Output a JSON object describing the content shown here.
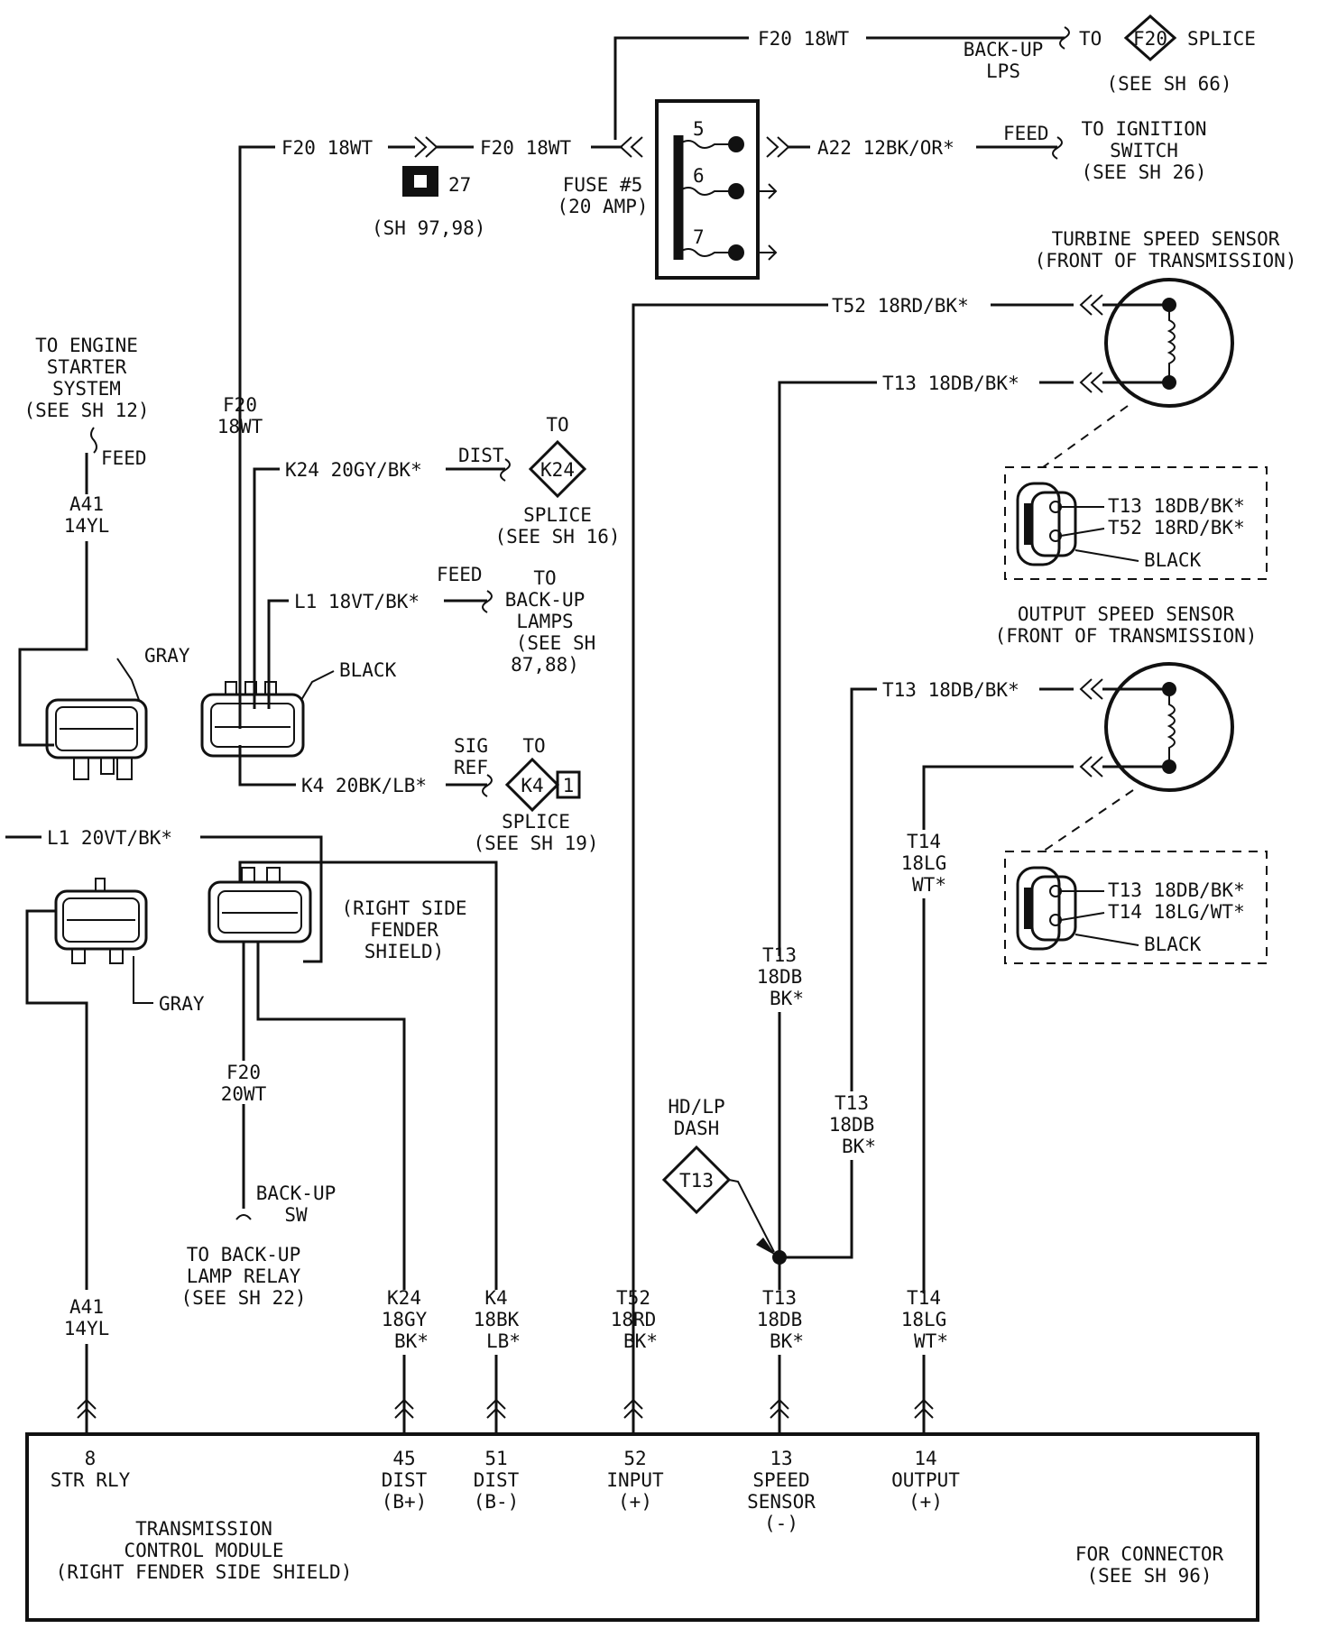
{
  "top": {
    "f20_top": "F20 18WT",
    "backup_lps": [
      "BACK-UP",
      "LPS"
    ],
    "to": "TO",
    "f20_splice": "F20",
    "splice": "SPLICE",
    "see_sh66": "(SEE SH 66)",
    "f20_left_a": "F20 18WT",
    "f20_left_b": "F20 18WT",
    "conn27": "27",
    "sh9798": "(SH 97,98)",
    "a22": "A22 12BK/OR*",
    "feed": "FEED",
    "to_ign": [
      "TO IGNITION",
      "SWITCH",
      "(SEE SH 26)"
    ],
    "fuse": [
      "FUSE #5",
      "(20 AMP)"
    ],
    "fuse_pins": [
      "5",
      "6",
      "7"
    ]
  },
  "turbine": {
    "title": [
      "TURBINE SPEED SENSOR",
      "(FRONT OF TRANSMISSION)"
    ],
    "t52": "T52 18RD/BK*",
    "t13": "T13 18DB/BK*",
    "conn_t13": "T13 18DB/BK*",
    "conn_t52": "T52 18RD/BK*",
    "black": "BLACK"
  },
  "output": {
    "title": [
      "OUTPUT SPEED SENSOR",
      "(FRONT OF TRANSMISSION)"
    ],
    "t13": "T13 18DB/BK*",
    "t14": [
      "T14",
      "18LG",
      "WT*"
    ],
    "conn_t13": "T13 18DB/BK*",
    "conn_t14": "T14 18LG/WT*",
    "black": "BLACK"
  },
  "left": {
    "engine": [
      "TO ENGINE",
      "STARTER",
      "SYSTEM",
      "(SEE SH 12)"
    ],
    "feed": "FEED",
    "a41_top": [
      "A41",
      "14YL"
    ],
    "f20_vert": [
      "F20",
      "18WT"
    ],
    "k24": "K24 20GY/BK*",
    "dist": "DIST",
    "to_k24": "TO",
    "k24_diamond": "K24",
    "k24_splice": [
      "SPLICE",
      "(SEE SH 16)"
    ],
    "l1": "L1 18VT/BK*",
    "l1_feed": "FEED",
    "to_backup": [
      "TO",
      "BACK-UP",
      "LAMPS",
      "(SEE SH",
      "87,88)"
    ],
    "gray1": "GRAY",
    "black1": "BLACK",
    "k4": "K4 20BK/LB*",
    "sig_ref": [
      "SIG",
      "REF"
    ],
    "to_k4": "TO",
    "k4_diamond": "K4",
    "k4_box": "1",
    "k4_splice": [
      "SPLICE",
      "(SEE SH 19)"
    ],
    "l1_20": "L1 20VT/BK*",
    "right_side": [
      "(RIGHT SIDE",
      "FENDER",
      "SHIELD)"
    ],
    "gray2": "GRAY",
    "f20_20": [
      "F20",
      "20WT"
    ],
    "backup_sw": [
      "BACK-UP",
      "SW"
    ],
    "to_lamp_relay": [
      "TO BACK-UP",
      "LAMP RELAY",
      "(SEE SH 22)"
    ]
  },
  "middle": {
    "t13_mid": [
      "T13",
      "18DB",
      "BK*"
    ],
    "t13_mid2": [
      "T13",
      "18DB",
      "BK*"
    ],
    "hdlp": [
      "HD/LP",
      "DASH"
    ],
    "t13_diamond": "T13"
  },
  "bottom_wires": [
    {
      "lines": [
        "A41",
        "14YL"
      ]
    },
    {
      "lines": [
        "K24",
        "18GY",
        "BK*"
      ]
    },
    {
      "lines": [
        "K4",
        "18BK",
        "LB*"
      ]
    },
    {
      "lines": [
        "T52",
        "18RD",
        "BK*"
      ]
    },
    {
      "lines": [
        "T13",
        "18DB",
        "BK*"
      ]
    },
    {
      "lines": [
        "T14",
        "18LG",
        "WT*"
      ]
    }
  ],
  "tcm": {
    "pins": [
      {
        "lines": [
          "8",
          "STR RLY"
        ]
      },
      {
        "lines": [
          "45",
          "DIST",
          "(B+)"
        ]
      },
      {
        "lines": [
          "51",
          "DIST",
          "(B-)"
        ]
      },
      {
        "lines": [
          "52",
          "INPUT",
          "(+)"
        ]
      },
      {
        "lines": [
          "13",
          "SPEED",
          "SENSOR",
          "(-)"
        ]
      },
      {
        "lines": [
          "14",
          "OUTPUT",
          "(+)"
        ]
      }
    ],
    "name": [
      "TRANSMISSION",
      "CONTROL MODULE",
      "(RIGHT FENDER SIDE SHIELD)"
    ],
    "for_conn": [
      "FOR CONNECTOR",
      "(SEE SH 96)"
    ]
  }
}
